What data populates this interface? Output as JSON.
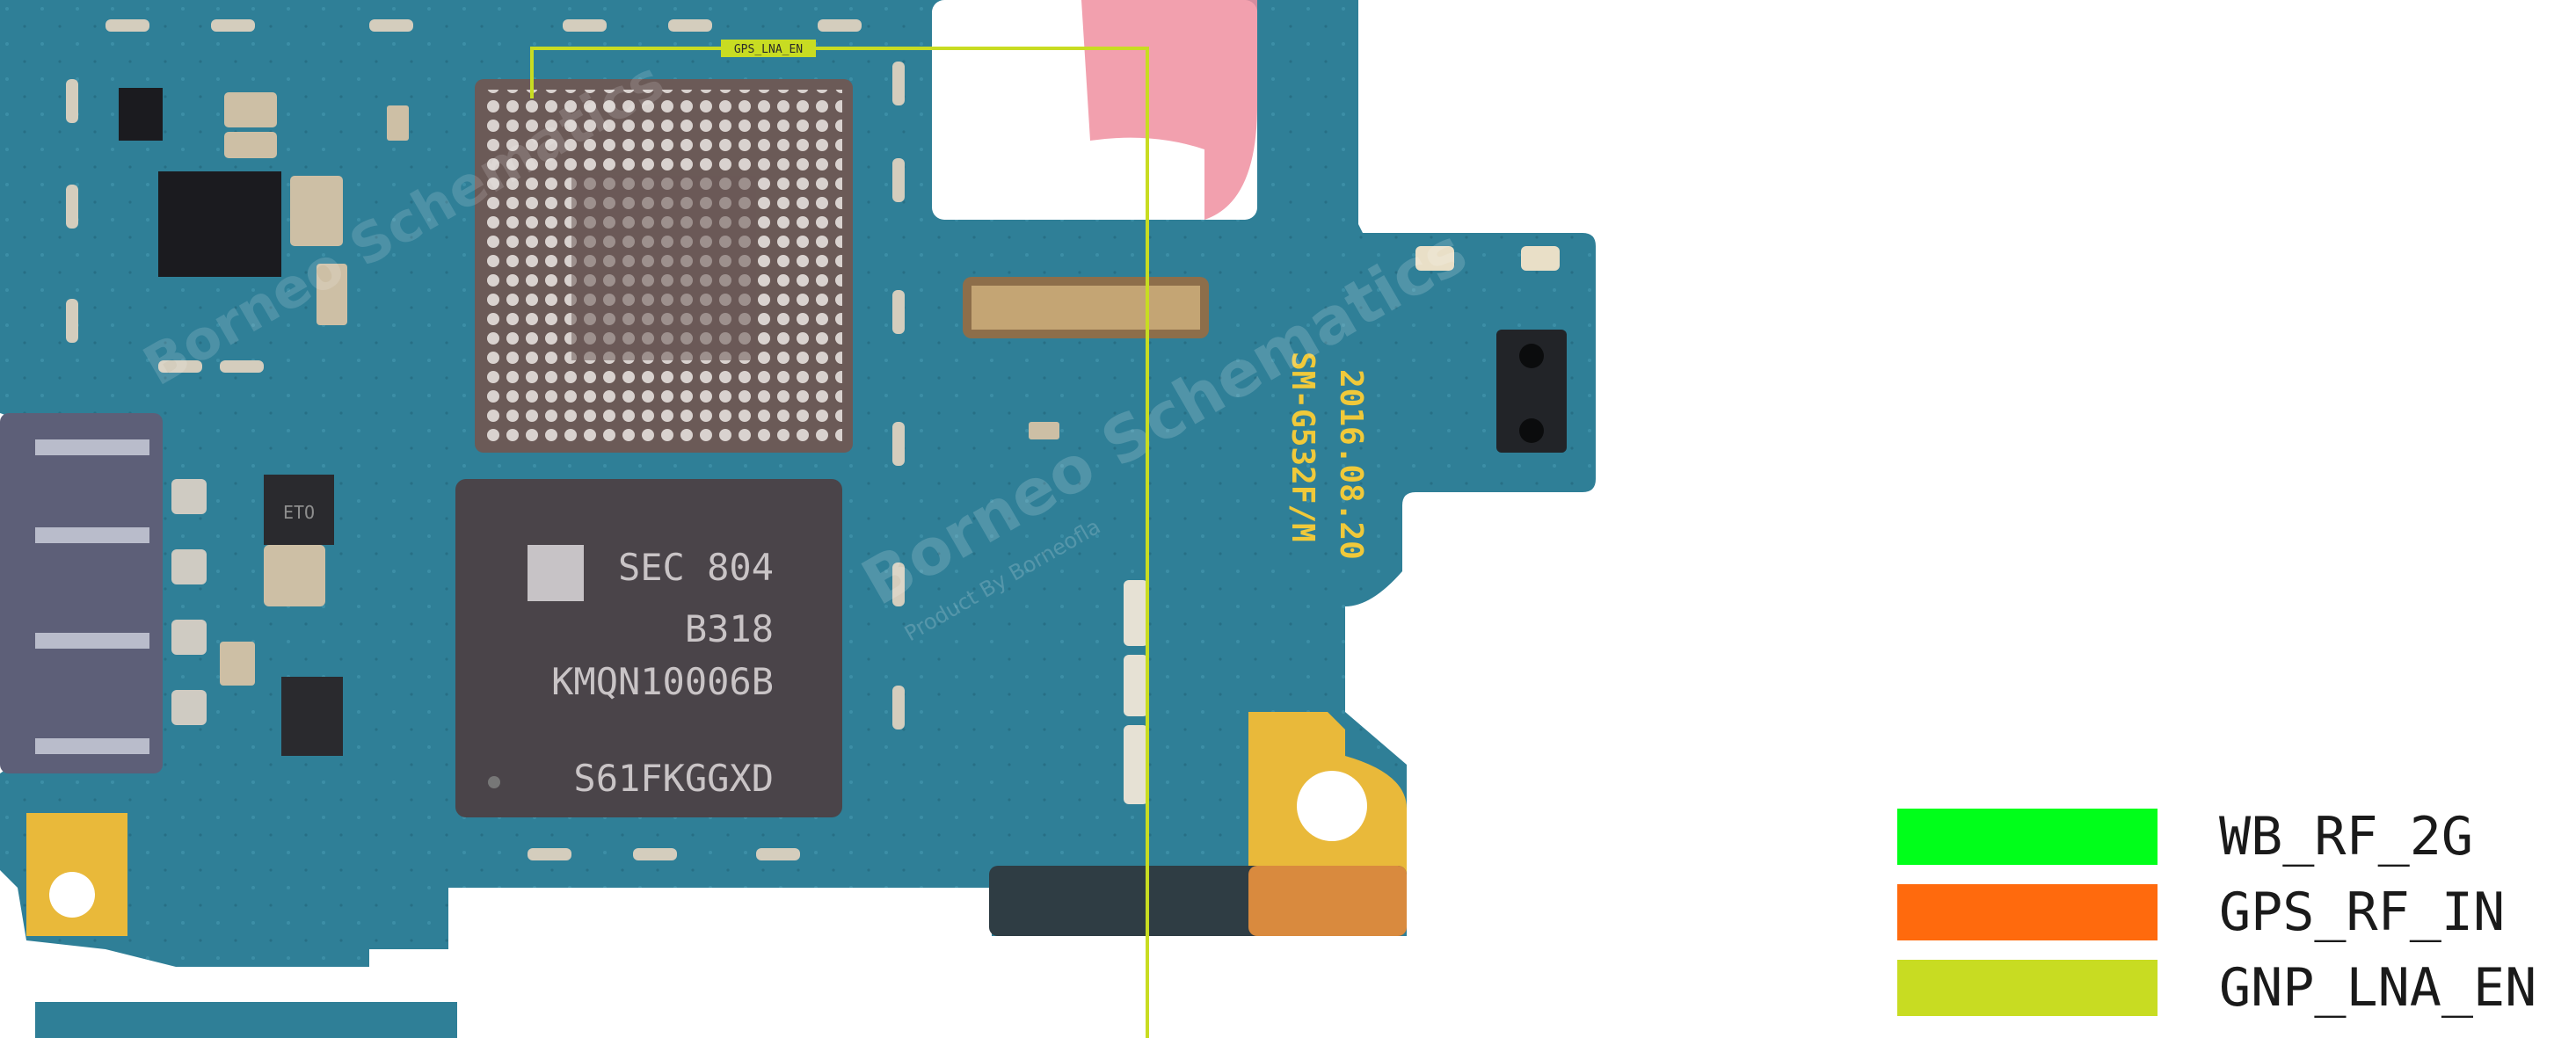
{
  "watermark": "Borneo Schematics",
  "watermark_sub": "Product By Borneofla",
  "board_texts": {
    "date": "2016.08.20",
    "model": "SM-G532F/M",
    "emmc_line1": "SEC 804",
    "emmc_line2": "B318",
    "emmc_line3": "KMQN10006B",
    "emmc_line4": "S61FKGGXD",
    "small_chip": "ETO"
  },
  "trace_label": "GPS_LNA_EN",
  "legend": [
    {
      "label": "WB_RF_2G",
      "color": "#00ff1a"
    },
    {
      "label": "GPS_RF_IN",
      "color": "#ff6a0d"
    },
    {
      "label": "GNP_LNA_EN",
      "color": "#c8dc22"
    }
  ],
  "colors": {
    "pcb": "#2f7f97",
    "pcb_dark": "#1f5f73",
    "gold": "#e9b93a",
    "trace": "#c8dc22",
    "chip": "#4a4449",
    "soc": "#6b5a57"
  }
}
